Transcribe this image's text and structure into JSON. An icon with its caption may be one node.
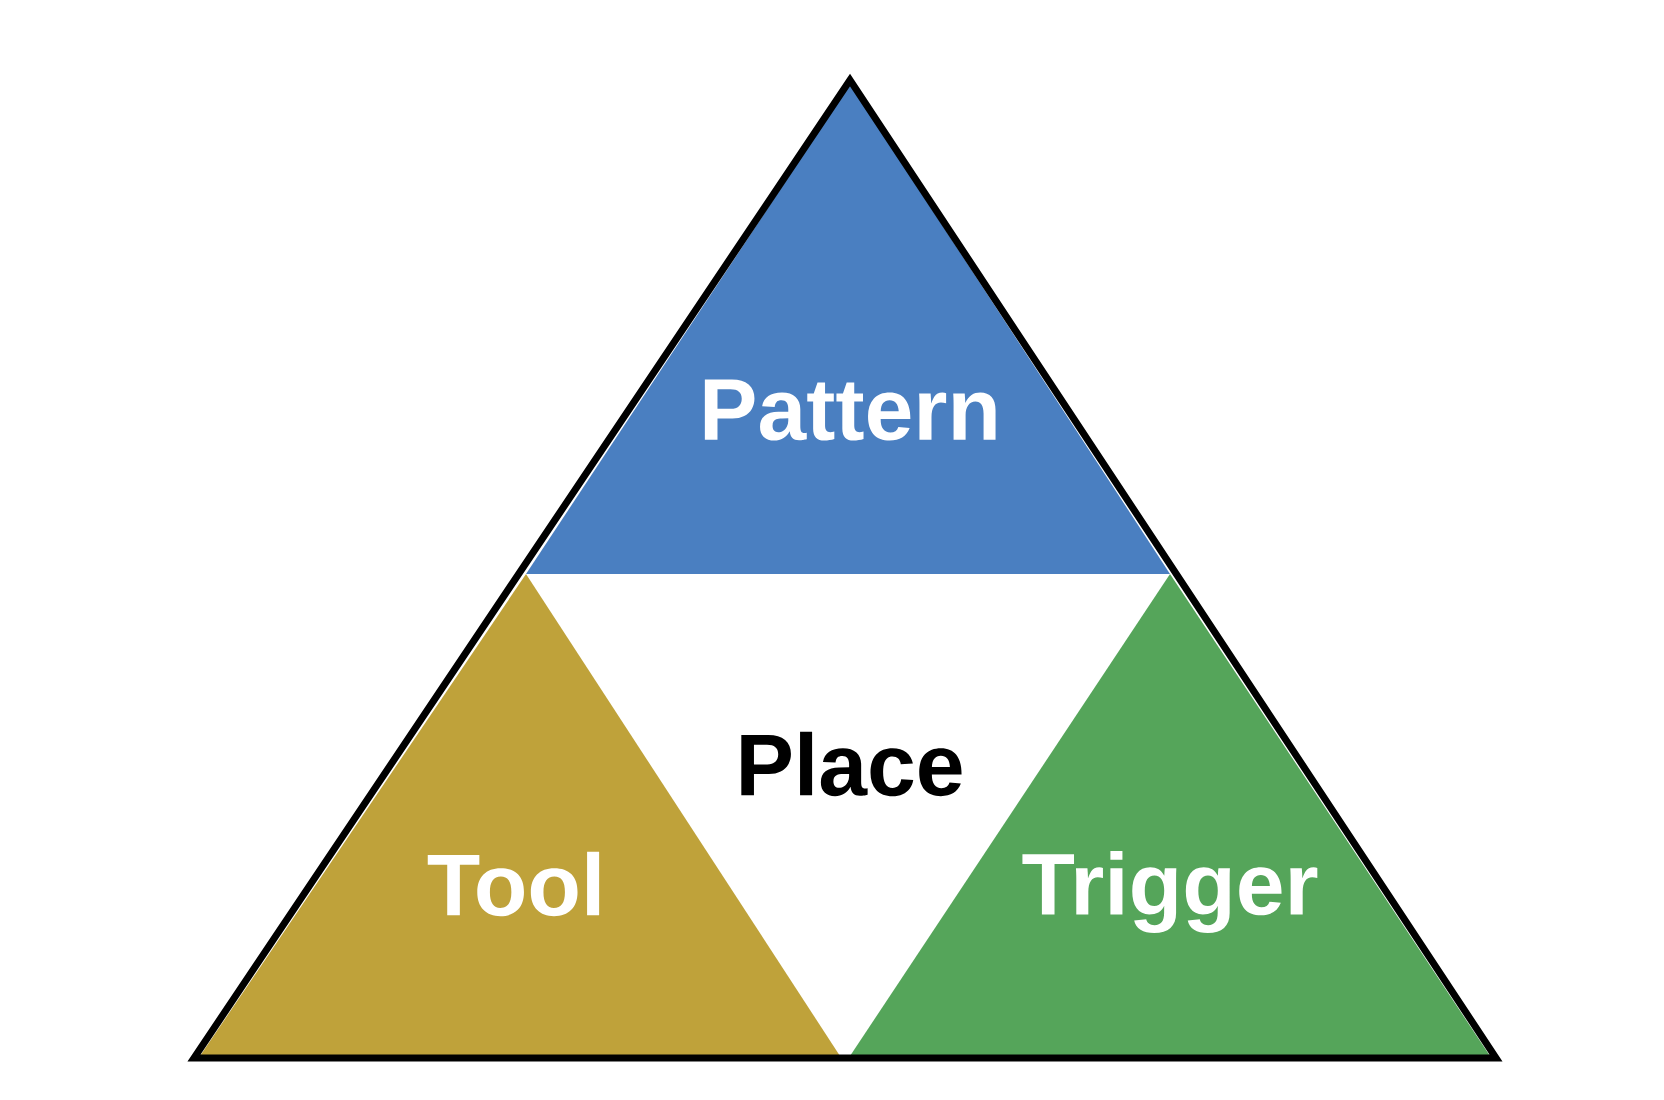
{
  "diagram": {
    "nodes": [
      {
        "text": [
          "Pattern"
        ]
      },
      {
        "text": [
          "Place"
        ]
      },
      {
        "text": [
          "Tool"
        ]
      },
      {
        "text": [
          "Trigger"
        ]
      }
    ]
  }
}
